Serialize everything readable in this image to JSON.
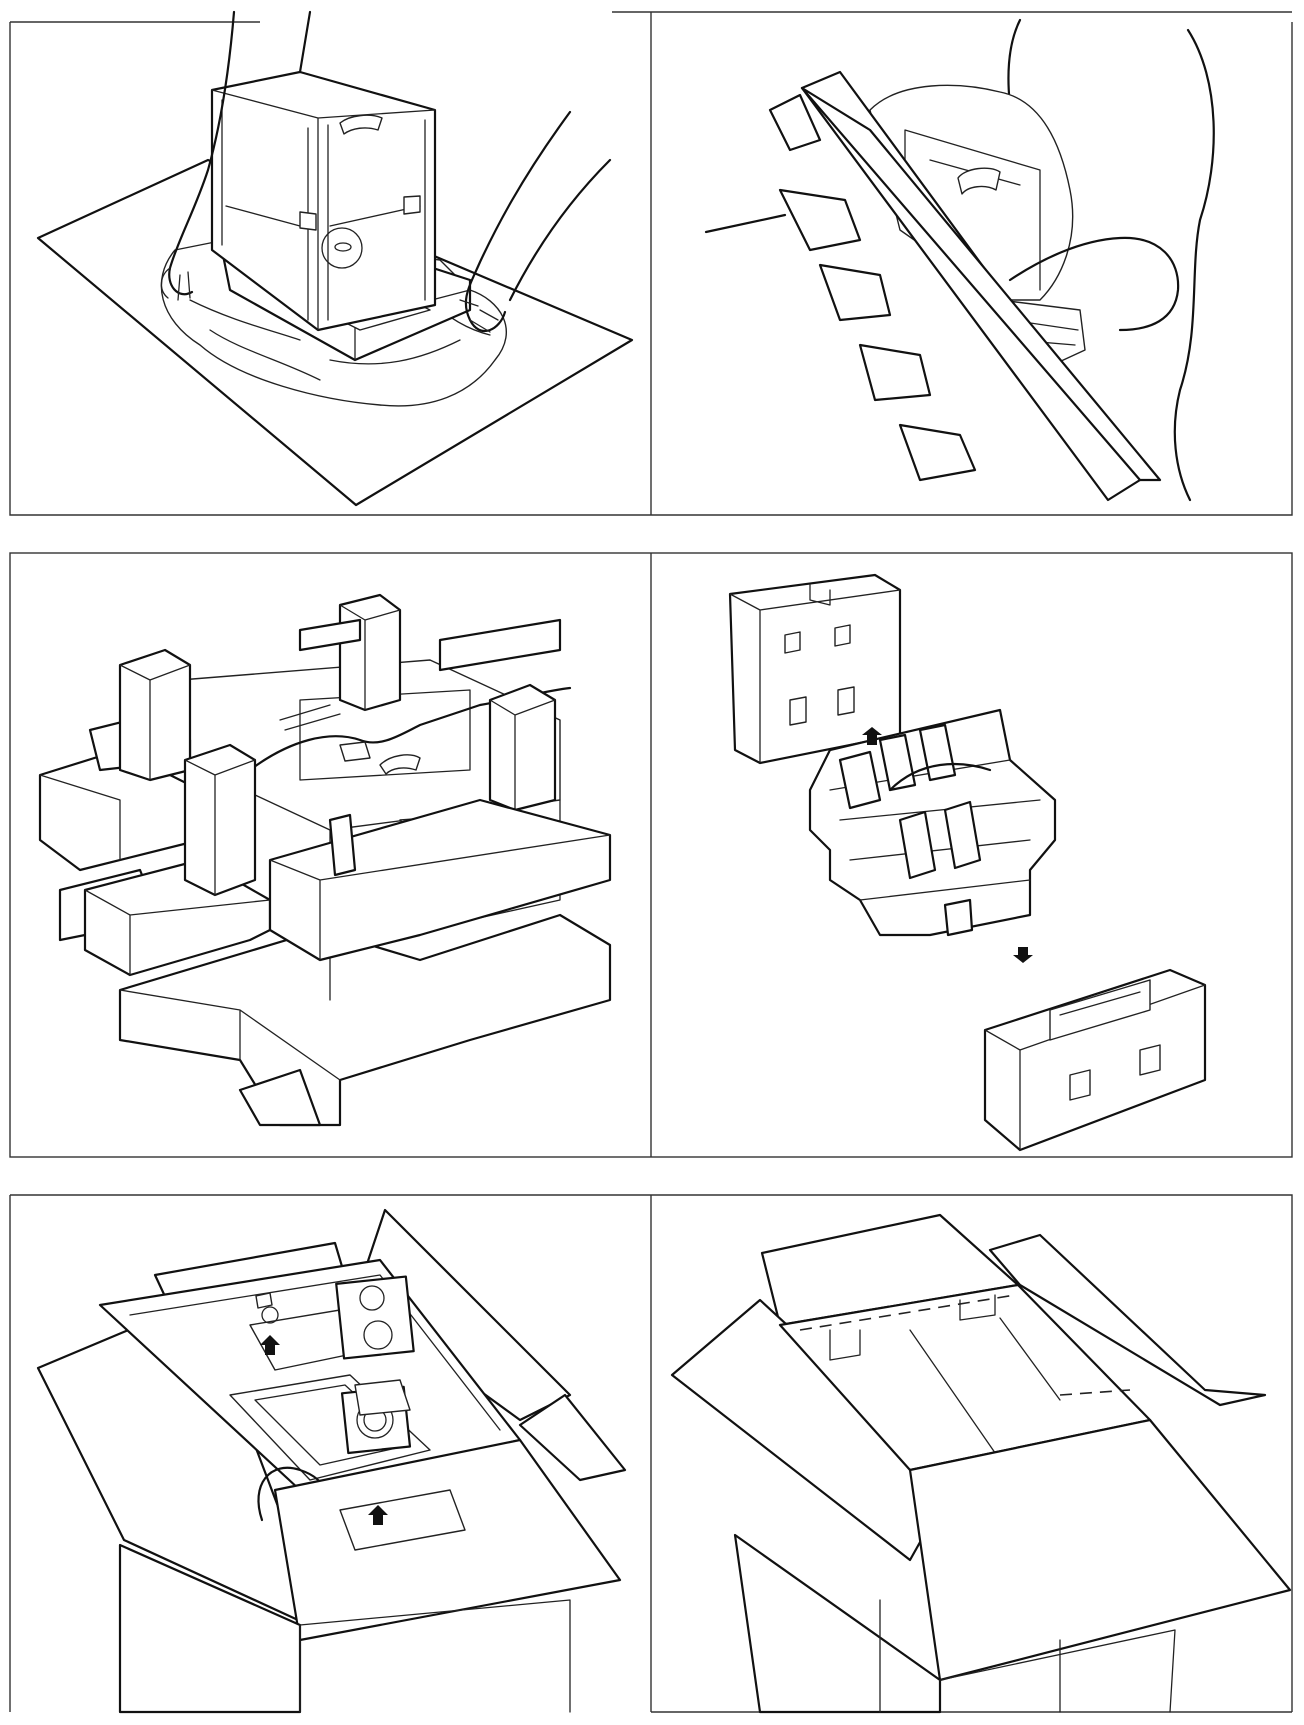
{
  "sheet": {
    "panels": [
      {
        "id": "wrap-balance-in-bag"
      },
      {
        "id": "hold-balance-with-foam"
      },
      {
        "id": "foam-packing-assembled"
      },
      {
        "id": "foam-packing-exploded"
      },
      {
        "id": "box-with-accessories"
      },
      {
        "id": "closed-box-flaps"
      }
    ],
    "icons": [
      "arrow-up-icon",
      "arrow-down-icon"
    ]
  }
}
